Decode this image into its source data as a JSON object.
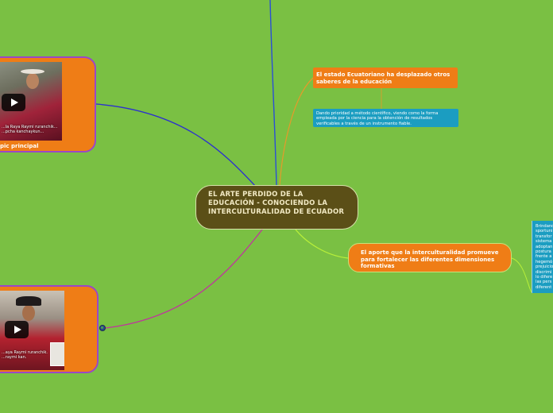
{
  "central": {
    "title": "EL ARTE PERDIDO DE LA EDUCACIÓN - CONOCIENDO LA INTERCULTURALIDAD DE ECUADOR"
  },
  "orange_topic": {
    "text": "El estado Ecuatoriano ha desplazado otros saberes de la educación"
  },
  "blue_topic": {
    "text": "Dando prioridad a método científico, viendo como la forma empleada por la ciencia para la obtención de resultados verificables a través de un instrumento fiable."
  },
  "aporte": {
    "text": "El aporte que la interculturalidad promueve para fortalecer las diferentes dimensiones formativas"
  },
  "right_blue": {
    "text": "Brindand\nsportuni\ntransfor\nsistema\nadoptan\npostura\nfrente a\nhegemó\nprejuicio\ndiscrimi\nlo difere\nlas pers\ndiferent"
  },
  "video1": {
    "caption": "...la Raya Raymi ruranchik... ...pcha kanchaykun...",
    "label": "pic principal"
  },
  "video2": {
    "caption": "...aya Raymi ruranchik. ...raymi kan."
  },
  "icons": {
    "play": "play-icon",
    "globe": "globe-icon"
  },
  "colors": {
    "background": "#7ac043",
    "central": "#5b4f17",
    "orange": "#ef7d16",
    "blue": "#1b9dc1",
    "purple_border": "#9b47c6"
  }
}
